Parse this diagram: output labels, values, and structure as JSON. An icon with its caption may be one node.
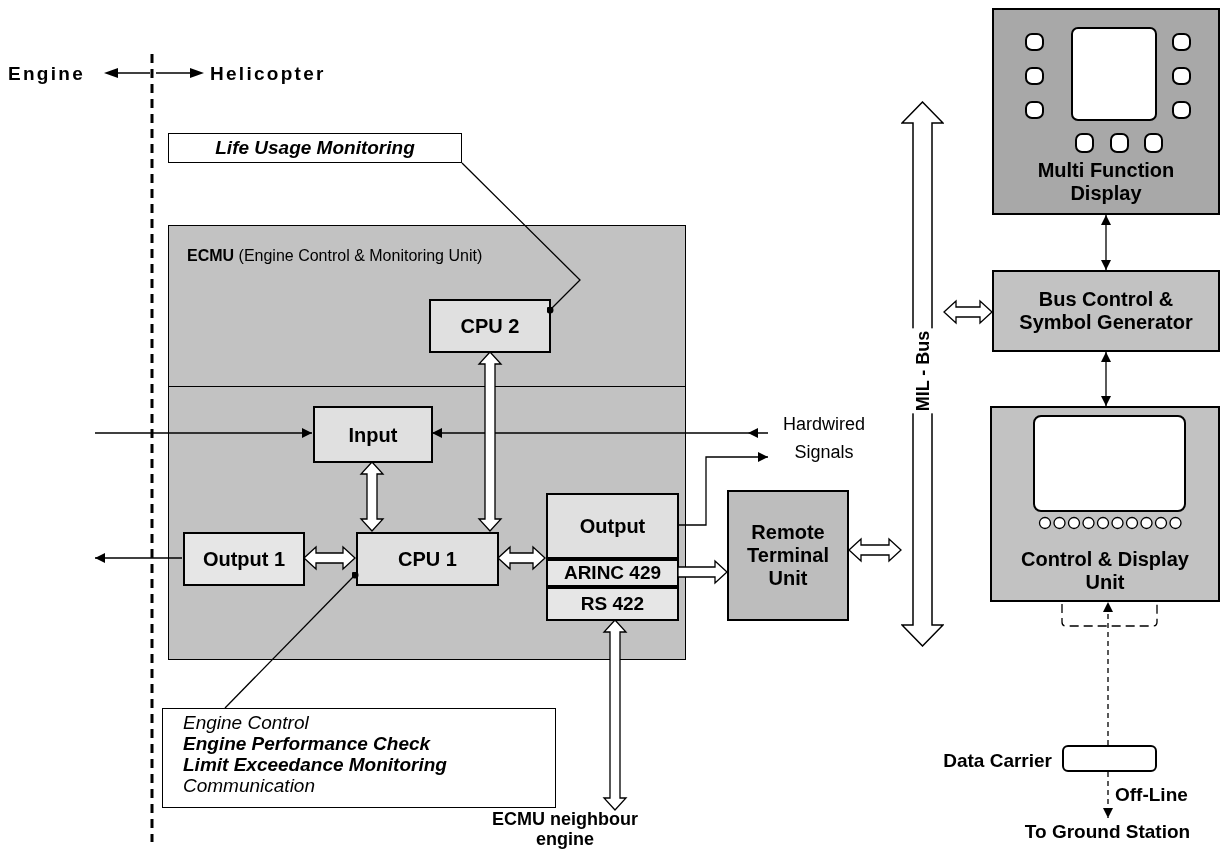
{
  "diagram": {
    "nodes": [
      {
        "text": [
          "Life Usage Monitoring"
        ]
      },
      {
        "text": [
          "**ECMU** (Engine Control & Monitoring Unit)"
        ]
      },
      {
        "text": [
          "CPU 2"
        ],
        "in": 1
      },
      {
        "text": [
          "Input"
        ],
        "in": 1
      },
      {
        "text": [
          "Output 1"
        ],
        "in": 1
      },
      {
        "text": [
          "CPU 1"
        ],
        "in": 1
      },
      {
        "text": [
          "Output"
        ],
        "in": 1
      },
      {
        "text": [
          "ARINC 429"
        ],
        "in": 1
      },
      {
        "text": [
          "RS 422"
        ],
        "in": 1
      },
      {
        "text": [
          "Engine Control",
          "Engine Performance Check",
          "Limit Exceedance Monitoring",
          "Communication"
        ]
      },
      {
        "text": [
          "Hardwired Signals"
        ]
      },
      {
        "text": [
          "Remote Terminal Unit"
        ]
      },
      {
        "text": [
          "MIL - Bus"
        ]
      },
      {
        "text": [
          "Multi Function Display"
        ]
      },
      {
        "text": [
          "Bus Control & Symbol Generator"
        ]
      },
      {
        "text": [
          "Control & Display Unit"
        ]
      },
      {
        "text": [],
        "shape": "box",
        "beside": [
          "Data Carrier"
        ]
      },
      {
        "text": [
          "To Ground Station"
        ]
      },
      {
        "text": [
          "ECMU neighbour engine"
        ]
      }
    ],
    "edges": [
      {
        "from": null,
        "to": 3,
        "arrow": "to"
      },
      {
        "from": 4,
        "to": null,
        "arrow": "to"
      },
      {
        "from": 10,
        "to": 3,
        "arrow": "to"
      },
      {
        "from": 6,
        "to": 10,
        "arrow": "to"
      },
      {
        "from": 3,
        "to": 5,
        "arrow": "both",
        "style": "thick"
      },
      {
        "from": 2,
        "to": 5,
        "arrow": "both",
        "style": "thick"
      },
      {
        "from": 4,
        "to": 5,
        "arrow": "both",
        "style": "thick"
      },
      {
        "from": 5,
        "to": 6,
        "arrow": "both",
        "style": "thick"
      },
      {
        "from": 7,
        "to": 11,
        "arrow": "to",
        "style": "thick"
      },
      {
        "from": 8,
        "to": 18,
        "arrow": "both",
        "style": "thick"
      },
      {
        "from": 11,
        "to": 12,
        "arrow": "both",
        "style": "thick"
      },
      {
        "from": 12,
        "to": 14,
        "arrow": "both",
        "style": "thick"
      },
      {
        "from": 13,
        "to": 14,
        "arrow": "both"
      },
      {
        "from": 14,
        "to": 15,
        "arrow": "both"
      },
      {
        "from": 16,
        "to": 15,
        "arrow": "to",
        "style": "dashed"
      },
      {
        "from": 16,
        "to": 17,
        "arrow": "to",
        "style": "dashed",
        "label": "Off-Line"
      },
      {
        "from": 0,
        "to": 2,
        "arrow": "other"
      },
      {
        "from": 9,
        "to": 5,
        "arrow": "other"
      }
    ],
    "labels": [
      "Engine",
      "Helicopter"
    ]
  }
}
